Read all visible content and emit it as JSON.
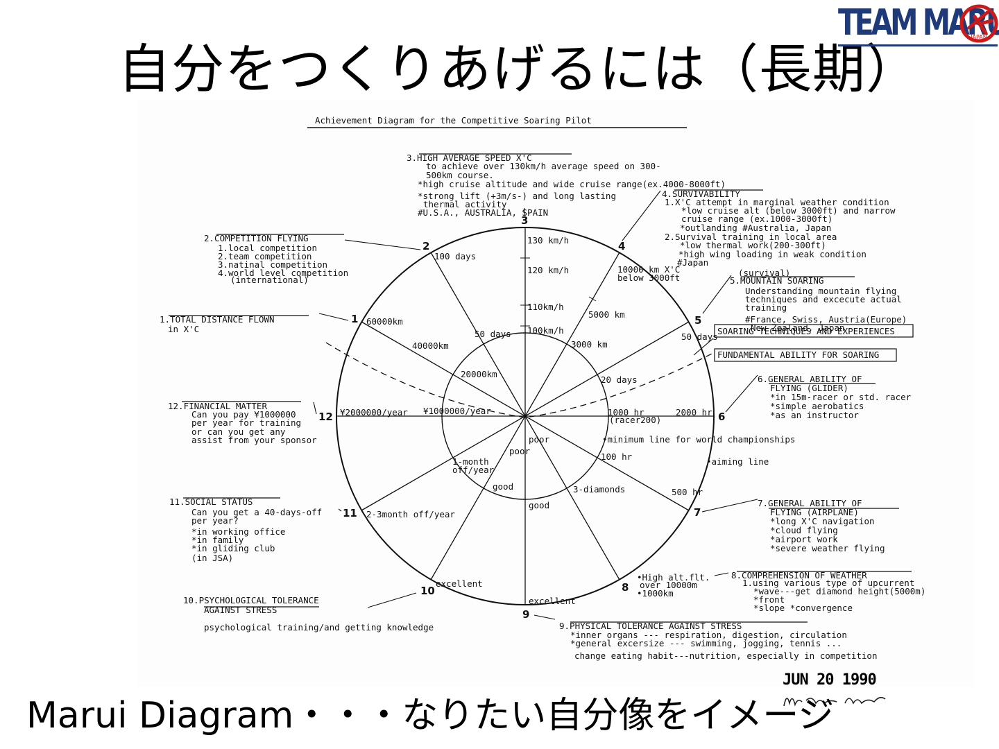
{
  "slide": {
    "title": "自分をつくりあげるには（長期）",
    "caption": "Marui Diagram・・・なりたい自分像をイメージ",
    "logo": {
      "text": "TEAM MARU",
      "seal_text": "JAPAN",
      "color": "#1f3a78",
      "seal_color": "#cc1a1a"
    },
    "stamp_date": "JUN 20 1990",
    "signature_name": "M. Marui"
  },
  "diagram": {
    "title": "Achievement Diagram for the Competitive Soaring Pilot",
    "spoke_numbers": [
      "1",
      "2",
      "3",
      "4",
      "5",
      "6",
      "7",
      "8",
      "9",
      "10",
      "11",
      "12"
    ],
    "scale_labels": {
      "s1": [
        "60000km",
        "40000km",
        "20000km"
      ],
      "s2": [
        "100 days",
        "50 days"
      ],
      "s3": [
        "130 km/h",
        "120 km/h",
        "110km/h",
        "100km/h"
      ],
      "s4": [
        "10000 km X'C",
        "below 3000ft",
        "5000 km",
        "3000 km"
      ],
      "s5": [
        "50 days",
        "20 days"
      ],
      "s6": [
        "2000 hr",
        "1000 hr",
        "(racer200)"
      ],
      "s7": [
        "500 hr",
        "100 hr"
      ],
      "s8": [
        "3-diamonds",
        "good",
        "poor"
      ],
      "s9": [
        "excellent",
        "good",
        "poor"
      ],
      "s10": [
        "excellent",
        "good"
      ],
      "s11": [
        "2-3month off/year",
        "1-month",
        "off/year"
      ],
      "s12": [
        "¥2000000/year",
        "¥1000000/year"
      ]
    },
    "lines": {
      "minimum": "•minimum line for world championships",
      "aiming": "•aiming line"
    },
    "boxes": {
      "soaring_tech": "SOARING TECHNIQUES AND EXPERIENCES",
      "fundamental": "FUNDAMENTAL ABILITY FOR SOARING"
    },
    "blocks": {
      "b1": [
        "1.TOTAL DISTANCE FLOWN",
        "in X'C"
      ],
      "b2": [
        "2.COMPETITION FLYING",
        "1.local competition",
        "2.team competition",
        "3.natinal competition",
        "4.world level competition",
        "(international)"
      ],
      "b3": [
        "3.HIGH AVERAGE SPEED X'C",
        "to achieve over 130km/h average speed on 300-",
        "500km course.",
        "*high cruise altitude and wide cruise range(ex.4000-8000ft)",
        "*strong lift (+3m/s-) and long lasting",
        "thermal activity",
        "#U.S.A., AUSTRALIA, SPAIN"
      ],
      "b4": [
        "4.SURVIVABILITY",
        "1.X'C attempt in marginal weather condition",
        "*low cruise alt (below 3000ft) and narrow",
        "cruise range (ex.1000-3000ft)",
        "*outlanding    #Australia, Japan",
        "2.Survival training in local area",
        "*low thermal work(200-300ft)",
        "*high wing loading in weak condition",
        "#Japan",
        "(survival)"
      ],
      "b5": [
        "5.MOUNTAIN SOARING",
        "Understanding mountain flying",
        "techniques and excecute actual",
        "training",
        "#France, Swiss, Austria(Europe)",
        "New Zealand, Japan"
      ],
      "b6": [
        "6.GENERAL ABILITY OF",
        "FLYING (GLIDER)",
        "*in 15m-racer or std. racer",
        "*simple aerobatics",
        "*as an instructor"
      ],
      "b7": [
        "7.GENERAL ABILITY OF",
        "FLYING (AIRPLANE)",
        "*long X'C navigation",
        "*cloud flying",
        "*airport work",
        "*severe weather flying"
      ],
      "b8": [
        "8.COMPREHENSION OF WEATHER",
        "1.using various type of upcurrent",
        "*wave---get diamond height(5000m)",
        "*front",
        "*slope   *convergence",
        "•High alt.flt.",
        "over 10000m",
        "•1000km"
      ],
      "b9": [
        "9.PHYSICAL TOLERANCE  AGAINST STRESS",
        "*inner organs --- respiration, digestion, circulation",
        "*general excersize --- swimming, jogging, tennis ...",
        "change eating habit---nutrition, especially in competition"
      ],
      "b10": [
        "10.PSYCHOLOGICAL TOLERANCE",
        "AGAINST STRESS",
        "psychological training/and getting knowledge"
      ],
      "b11": [
        "11.SOCIAL STATUS",
        "Can you get a 40-days-off",
        "per year?",
        "*in working office",
        "*in family",
        "*in gliding club",
        "(in JSA)"
      ],
      "b12": [
        "12.FINANCIAL MATTER",
        "Can you pay ¥1000000",
        "per year for training",
        "or can you get any",
        "assist from your sponsor"
      ]
    }
  }
}
